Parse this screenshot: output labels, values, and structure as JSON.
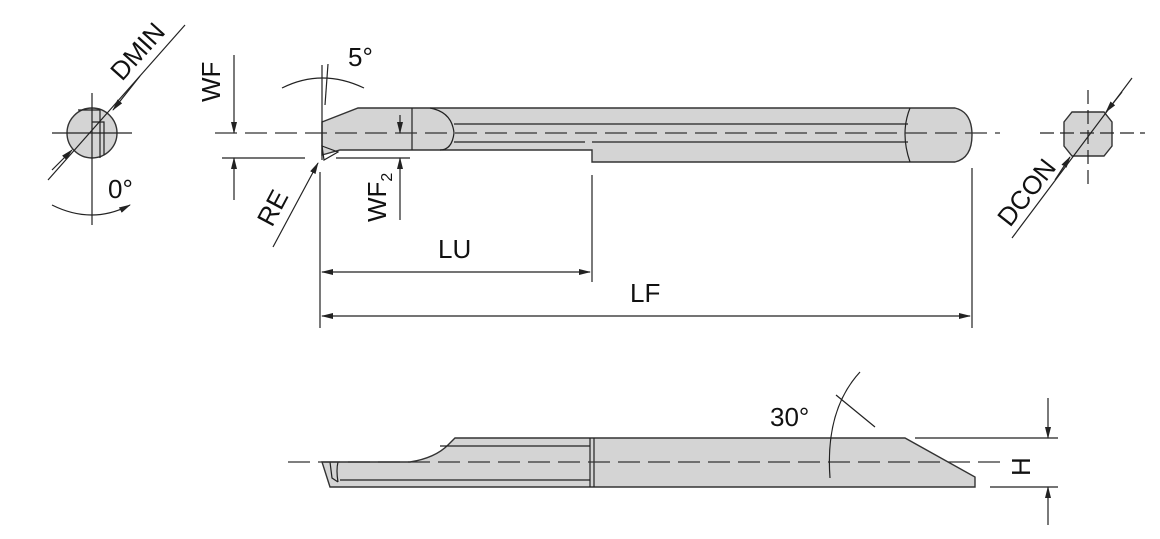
{
  "labels": {
    "dmin": "DMIN",
    "zero_angle": "0°",
    "wf": "WF",
    "five_angle": "5°",
    "re": "RE",
    "wf2_main": "WF",
    "wf2_sub": "2",
    "lu": "LU",
    "lf": "LF",
    "dcon": "DCON",
    "thirty_angle": "30°",
    "h": "H"
  },
  "colors": {
    "body_fill": "#d4d4d4",
    "line": "#222222"
  }
}
